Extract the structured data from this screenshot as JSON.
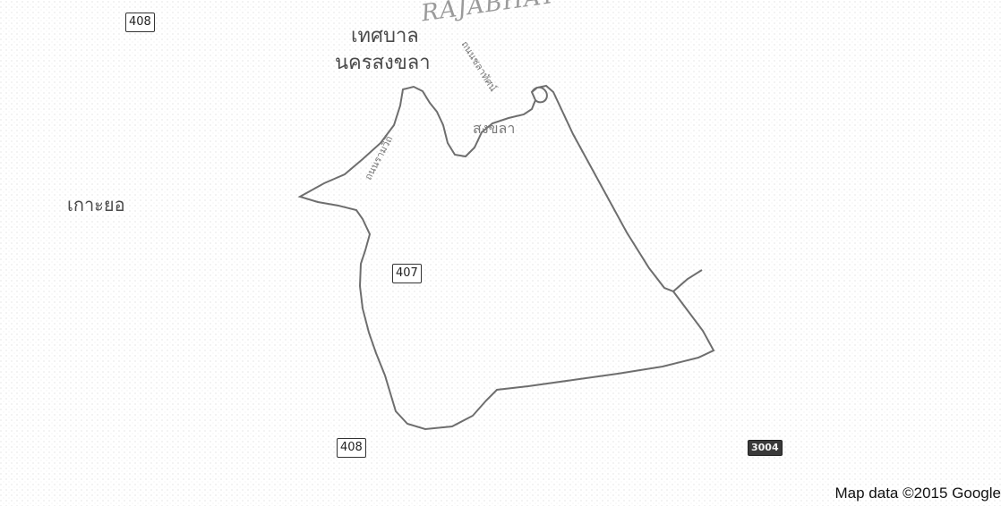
{
  "map": {
    "watermark_text": "RAJABHAT",
    "place_labels": {
      "municipality_line1": "เทศบาล",
      "municipality_line2": "นครสงขลา",
      "island": "เกาะยอ",
      "district": "สงขลา",
      "road_a": "ถนนชลาทัศน์",
      "road_b": "ถนนรามวิถี"
    },
    "road_shields": {
      "shield_top_left": "408",
      "shield_center": "407",
      "shield_bottom": "408",
      "shield_right": "3004"
    },
    "attribution": "Map data ©2015 Google",
    "colors": {
      "boundary": "#6e6e6e",
      "background": "#ffffff",
      "label": "#555555"
    }
  }
}
